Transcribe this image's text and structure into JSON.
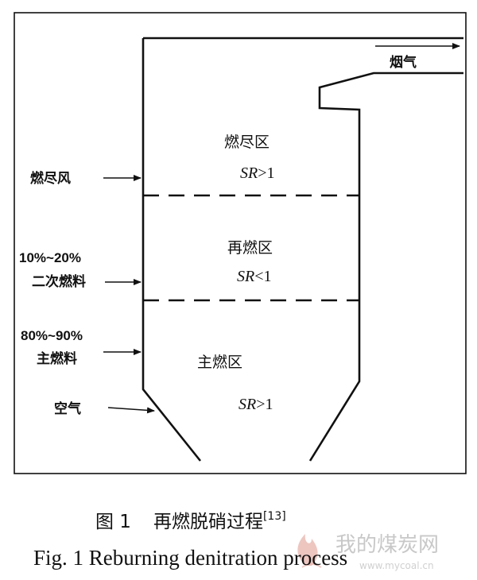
{
  "diagram": {
    "zones": {
      "top": {
        "name": "燃尽区",
        "sr_prefix": "SR",
        "sr_suffix": ">1"
      },
      "middle": {
        "name": "再燃区",
        "sr_prefix": "SR",
        "sr_suffix": "<1"
      },
      "bottom": {
        "name": "主燃区",
        "sr_prefix": "SR",
        "sr_suffix": ">1"
      }
    },
    "inputs": {
      "burnout_air": "燃尽风",
      "secondary_fuel_pct": "10%~20%",
      "secondary_fuel": "二次燃料",
      "primary_fuel_pct": "80%~90%",
      "primary_fuel": "主燃料",
      "air": "空气"
    },
    "outlet": {
      "flue_gas": "烟气"
    }
  },
  "caption": {
    "cn_prefix": "图 1",
    "cn_title": "再燃脱硝过程",
    "cn_ref": "[13]",
    "en": "Fig. 1 Reburning denitration process"
  },
  "watermark": {
    "text": "我的煤炭网",
    "url": "www.mycoal.cn"
  },
  "colors": {
    "ink": "#111111",
    "watermark": "#c8c8c8",
    "watermark_flame": "#e8b8b0"
  }
}
